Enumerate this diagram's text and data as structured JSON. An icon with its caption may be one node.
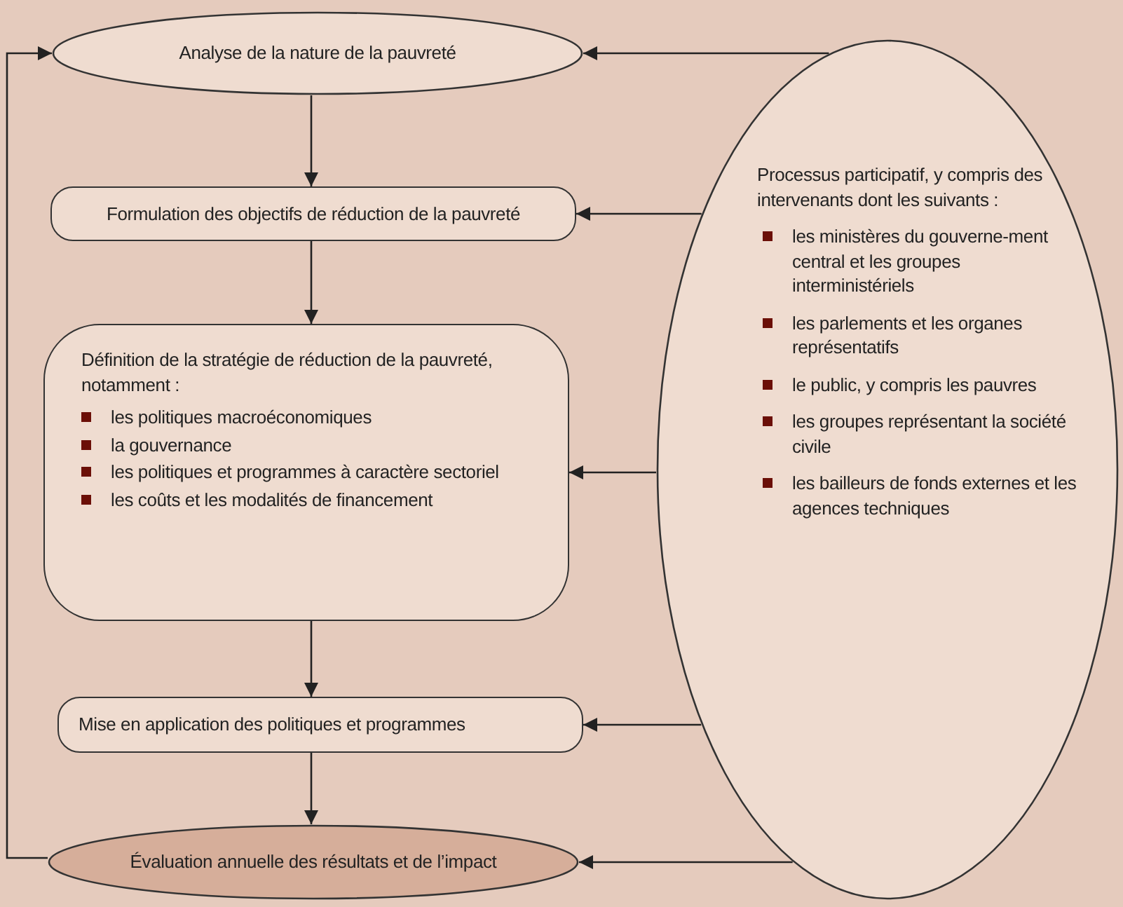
{
  "diagram": {
    "nodes": [
      {
        "text": [
          "Analyse de la nature de la pauvreté"
        ]
      },
      {
        "text": [
          "Formulation des objectifs de réduction de la pauvreté"
        ]
      },
      {
        "text": [
          "Définition de la stratégie de réduction de la pauvreté, notamment :",
          "les politiques macroéconomiques",
          "la gouvernance",
          "les politiques et programmes à caractère sectoriel",
          "les coûts et les modalités de financement"
        ]
      },
      {
        "text": [
          "Mise en application des politiques et programmes"
        ]
      },
      {
        "text": [
          "Évaluation annuelle des résultats et de l’impact"
        ]
      },
      {
        "text": [
          "Processus participatif, y compris des intervenants dont les suivants :",
          "les ministères du gouverne-ment central et les groupes interministériels",
          "les parlements et les organes représentatifs",
          "le public, y compris les pauvres",
          "les groupes représentant la société civile",
          "les bailleurs de fonds externes et les agences techniques"
        ]
      }
    ],
    "edges": [
      {
        "from": 0,
        "to": 1,
        "arrow": "to"
      },
      {
        "from": 1,
        "to": 2,
        "arrow": "to"
      },
      {
        "from": 2,
        "to": 3,
        "arrow": "to"
      },
      {
        "from": 3,
        "to": 4,
        "arrow": "to"
      },
      {
        "from": 4,
        "to": 0,
        "arrow": "to"
      },
      {
        "from": 5,
        "to": 0,
        "arrow": "to"
      },
      {
        "from": 5,
        "to": 1,
        "arrow": "to"
      },
      {
        "from": 5,
        "to": 2,
        "arrow": "to"
      },
      {
        "from": 5,
        "to": 3,
        "arrow": "to"
      },
      {
        "from": 5,
        "to": 4,
        "arrow": "to"
      }
    ]
  }
}
